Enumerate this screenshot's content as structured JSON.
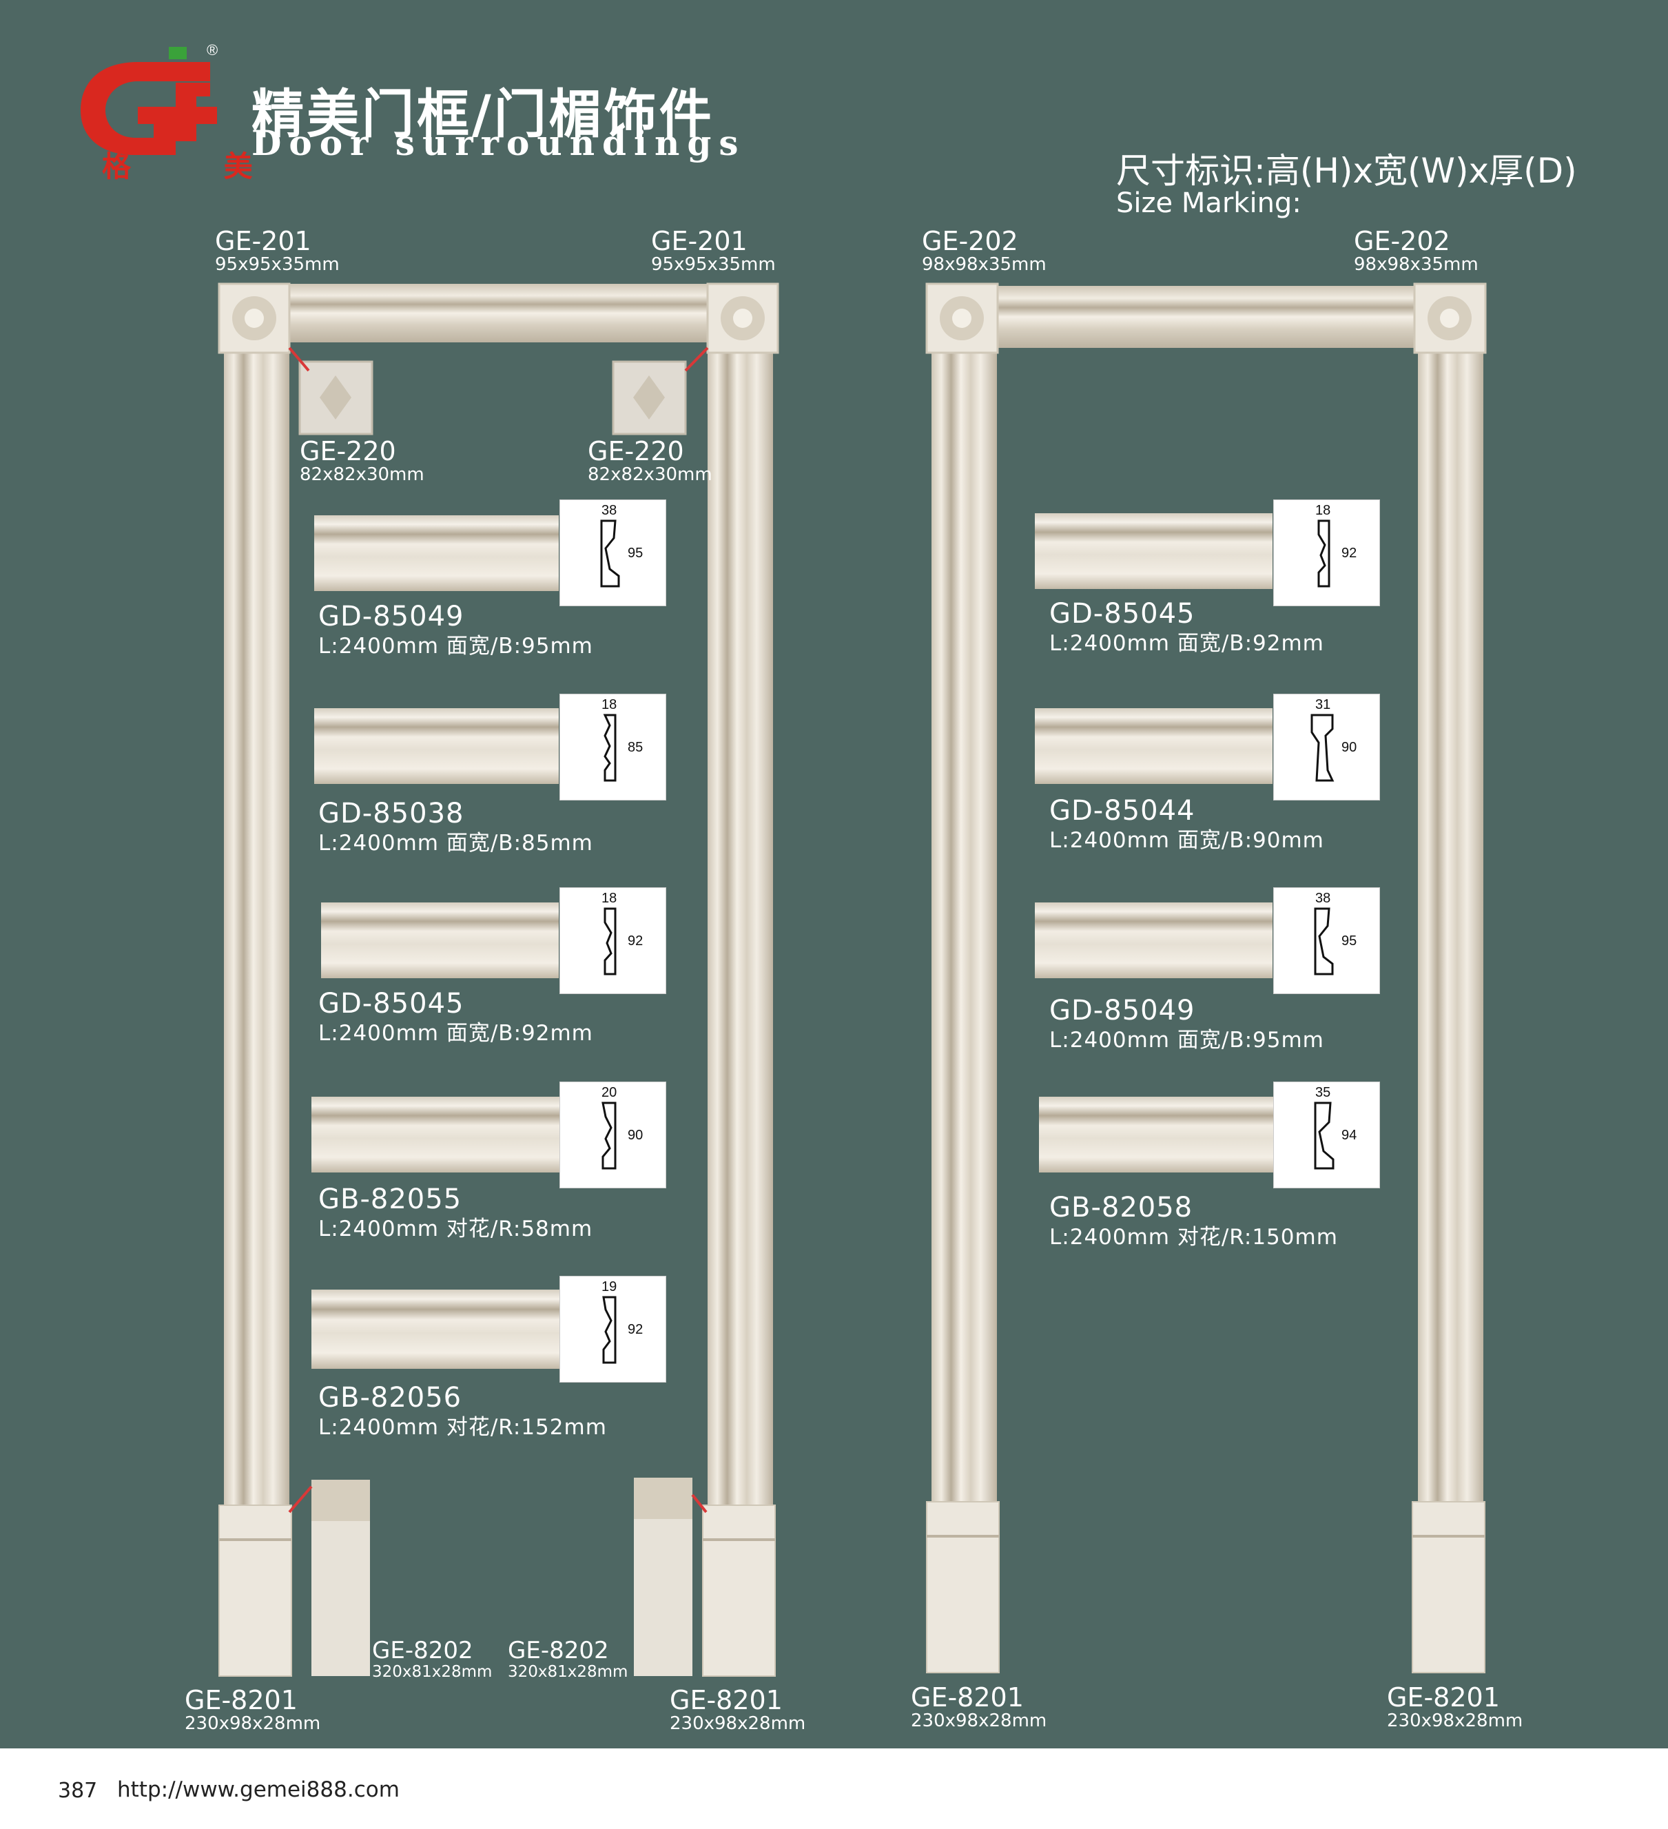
{
  "header": {
    "logo_text": "格 美",
    "logo_mark": "®",
    "title_cn": "精美门框/门楣饰件",
    "title_en": "Door surroundings",
    "size_marking_cn": "尺寸标识:高(H)x宽(W)x厚(D)",
    "size_marking_en": "Size Marking:"
  },
  "left_frame": {
    "corner_left": {
      "code": "GE-201",
      "dim": "95x95x35mm"
    },
    "corner_right": {
      "code": "GE-201",
      "dim": "95x95x35mm"
    },
    "inset_left": {
      "code": "GE-220",
      "dim": "82x82x30mm"
    },
    "inset_right": {
      "code": "GE-220",
      "dim": "82x82x30mm"
    },
    "base_left": {
      "code": "GE-8201",
      "dim": "230x98x28mm"
    },
    "base_right": {
      "code": "GE-8201",
      "dim": "230x98x28mm"
    },
    "plinth_left": {
      "code": "GE-8202",
      "dim": "320x81x28mm"
    },
    "plinth_right": {
      "code": "GE-8202",
      "dim": "320x81x28mm"
    },
    "mouldings": [
      {
        "code": "GD-85049",
        "spec": "L:2400mm  面宽/B:95mm",
        "w": "38",
        "h": "95"
      },
      {
        "code": "GD-85038",
        "spec": "L:2400mm  面宽/B:85mm",
        "w": "18",
        "h": "85"
      },
      {
        "code": "GD-85045",
        "spec": "L:2400mm  面宽/B:92mm",
        "w": "18",
        "h": "92"
      },
      {
        "code": "GB-82055",
        "spec": "L:2400mm  对花/R:58mm",
        "w": "20",
        "h": "90"
      },
      {
        "code": "GB-82056",
        "spec": "L:2400mm  对花/R:152mm",
        "w": "19",
        "h": "92"
      }
    ]
  },
  "right_frame": {
    "corner_left": {
      "code": "GE-202",
      "dim": "98x98x35mm"
    },
    "corner_right": {
      "code": "GE-202",
      "dim": "98x98x35mm"
    },
    "base_left": {
      "code": "GE-8201",
      "dim": "230x98x28mm"
    },
    "base_right": {
      "code": "GE-8201",
      "dim": "230x98x28mm"
    },
    "mouldings": [
      {
        "code": "GD-85045",
        "spec": "L:2400mm  面宽/B:92mm",
        "w": "18",
        "h": "92"
      },
      {
        "code": "GD-85044",
        "spec": "L:2400mm  面宽/B:90mm",
        "w": "31",
        "h": "90"
      },
      {
        "code": "GD-85049",
        "spec": "L:2400mm  面宽/B:95mm",
        "w": "38",
        "h": "95"
      },
      {
        "code": "GB-82058",
        "spec": "L:2400mm  对花/R:150mm",
        "w": "35",
        "h": "94"
      }
    ]
  },
  "footer": {
    "page_number": "387",
    "url": "http://www.gemei888.com"
  },
  "colors": {
    "background": "#4e6763",
    "moulding": "#e4ddd0",
    "logo_red": "#d9281f",
    "logo_green": "#3aa23a"
  }
}
